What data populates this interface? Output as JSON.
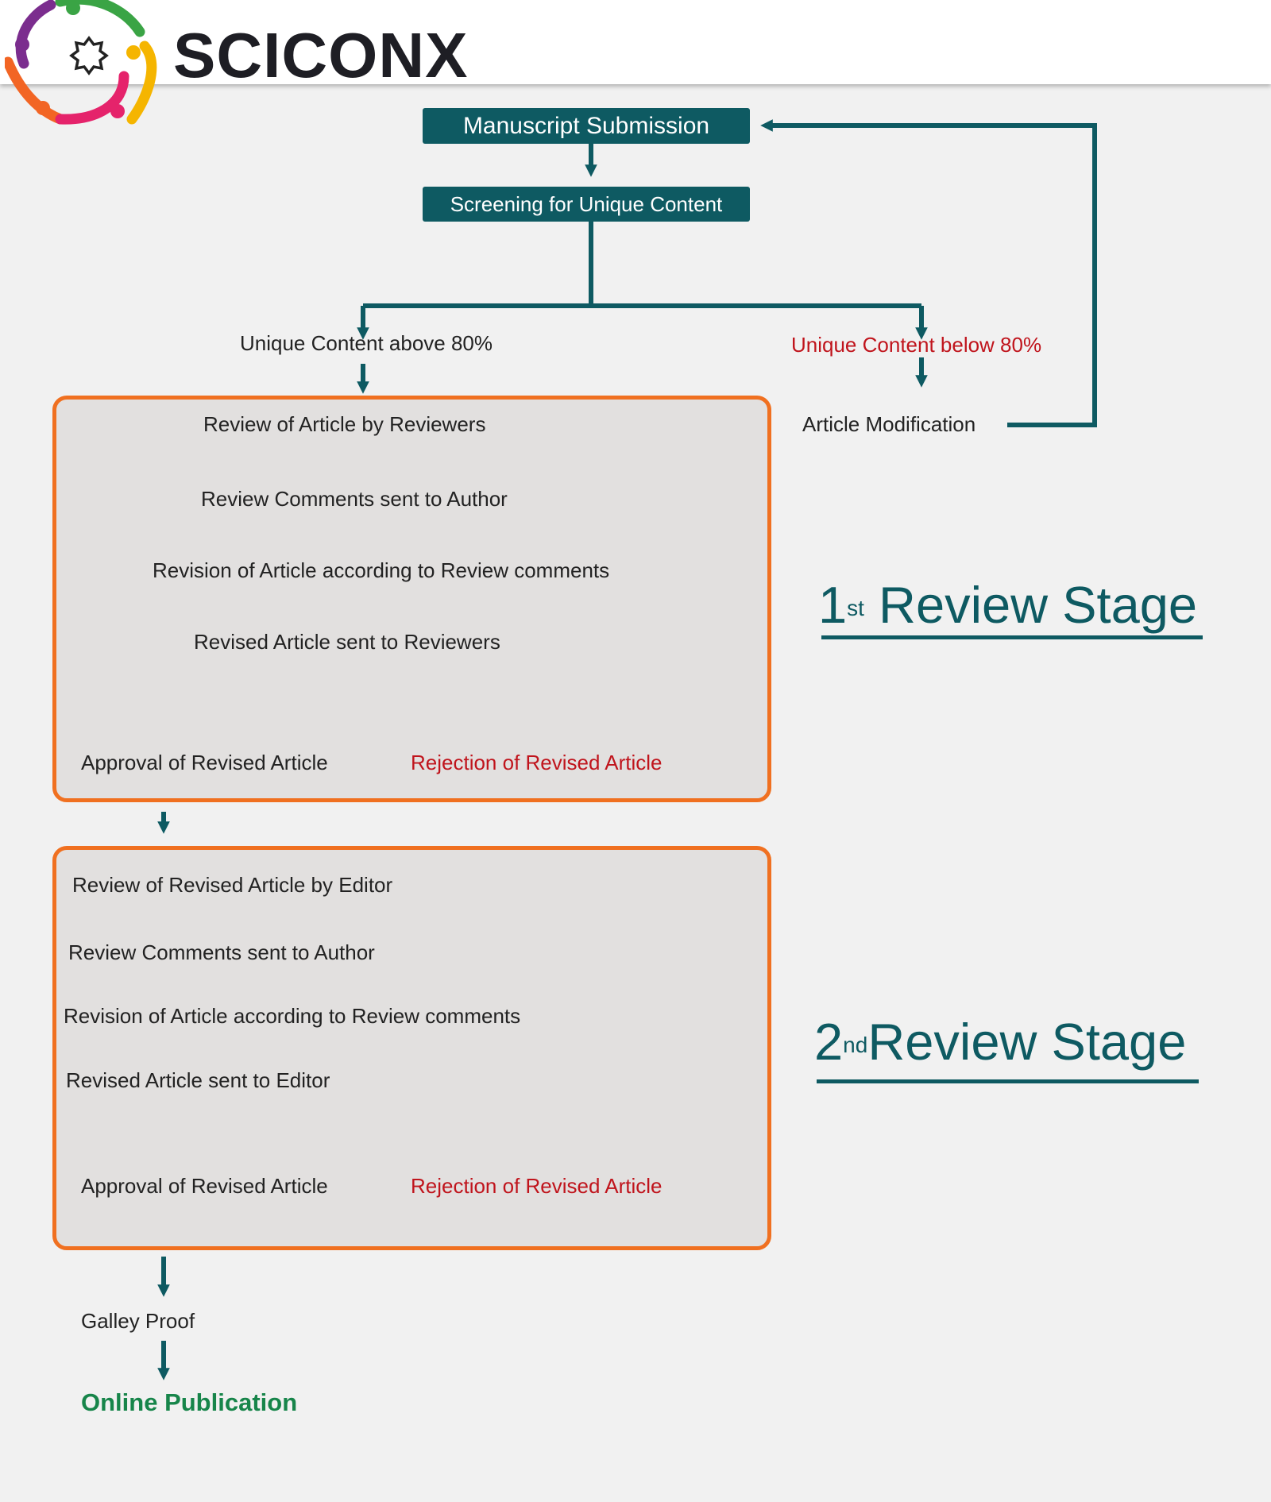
{
  "brand": {
    "name": "SCICONX"
  },
  "colors": {
    "teal": "#0e5a62",
    "orange": "#f07020",
    "red": "#c0141c",
    "green": "#17854a",
    "panel": "#e2e0df"
  },
  "top": {
    "submission": "Manuscript Submission",
    "screening": "Screening for Unique Content",
    "above": "Unique Content above 80%",
    "below": "Unique Content below 80%",
    "modification": "Article Modification"
  },
  "stage1": {
    "title_num": "1",
    "title_sup": "st",
    "title_text": "Review Stage",
    "steps": [
      "Review of Article by Reviewers",
      "Review Comments sent to Author",
      "Revision of Article according to Review comments",
      "Revised Article sent to Reviewers"
    ],
    "approval": "Approval of Revised Article",
    "rejection": "Rejection of Revised Article"
  },
  "stage2": {
    "title_num": "2",
    "title_sup": "nd",
    "title_text": "Review Stage",
    "steps": [
      "Review of Revised Article by Editor",
      "Review Comments sent to Author",
      "Revision of Article according to Review comments",
      "Revised Article sent to Editor"
    ],
    "approval": "Approval of Revised Article",
    "rejection": "Rejection of Revised Article"
  },
  "final": {
    "galley": "Galley Proof",
    "publication": "Online Publication"
  }
}
